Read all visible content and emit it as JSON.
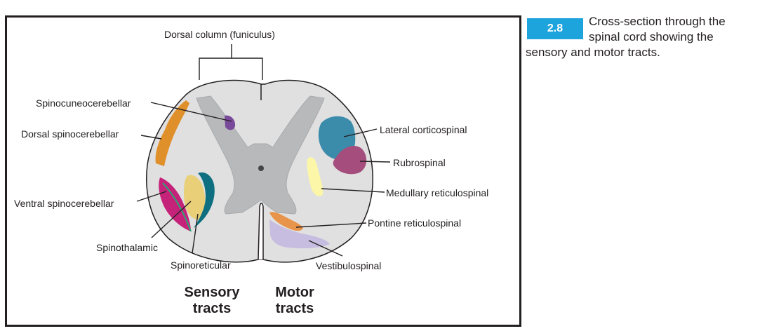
{
  "figure": {
    "number": "2.8",
    "caption": "Cross-section through the spinal cord showing the sensory and motor tracts.",
    "labels": {
      "dorsal_column": "Dorsal column (funiculus)",
      "spinocuneocerebellar": "Spinocuneocerebellar",
      "dorsal_spinocerebellar": "Dorsal spinocerebellar",
      "ventral_spinocerebellar": "Ventral spinocerebellar",
      "spinothalamic": "Spinothalamic",
      "spinoreticular": "Spinoreticular",
      "lateral_corticospinal": "Lateral corticospinal",
      "rubrospinal": "Rubrospinal",
      "medullary_reticulospinal": "Medullary reticulospinal",
      "pontine_reticulospinal": "Pontine reticulospinal",
      "vestibulospinal": "Vestibulospinal"
    },
    "groups": {
      "sensory_line1": "Sensory",
      "sensory_line2": "tracts",
      "motor_line1": "Motor",
      "motor_line2": "tracts"
    },
    "colors": {
      "white_matter": "#e0e0e1",
      "grey_matter": "#b8b9bb",
      "spinocuneocerebellar": "#7a4a9a",
      "dorsal_spinocerebellar": "#e0902a",
      "ventral_spinocerebellar": "#c5237a",
      "spinothalamic": "#e8cf78",
      "spinoreticular": "#0e6f80",
      "lateral_corticospinal": "#3b8bab",
      "rubrospinal": "#a54d7c",
      "medullary_reticulospinal": "#fbf6a8",
      "pontine_reticulospinal": "#e8944a",
      "vestibulospinal": "#c7bde0",
      "badge": "#1ea4dd"
    }
  }
}
